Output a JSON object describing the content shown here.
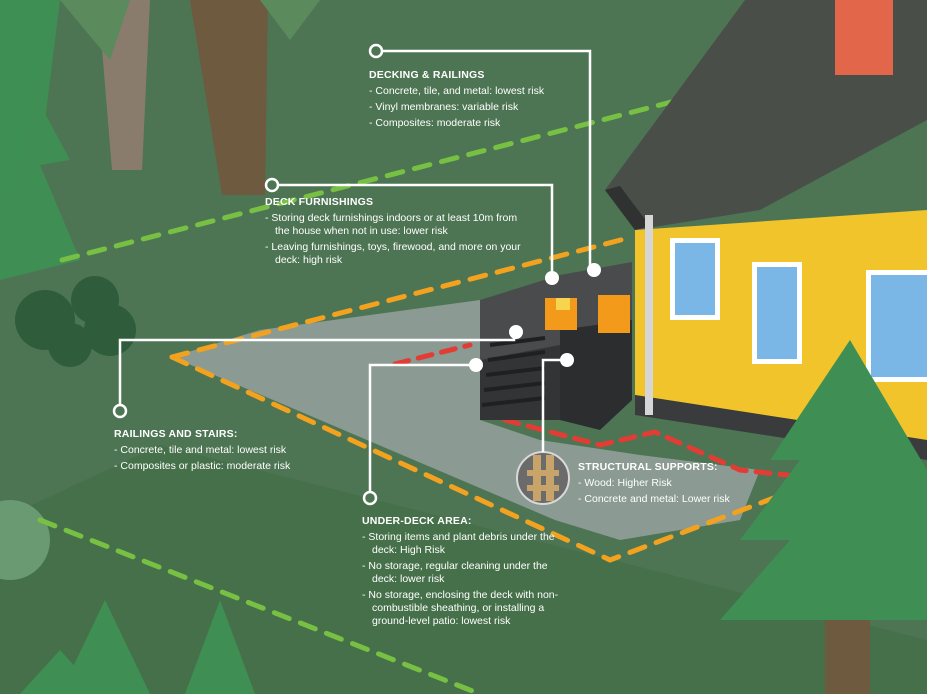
{
  "callouts": {
    "decking": {
      "title": "DECKING & RAILINGS",
      "items": [
        "Concrete, tile, and metal: lowest risk",
        "Vinyl membranes: variable risk",
        "Composites: moderate risk"
      ]
    },
    "furnishings": {
      "title": "DECK FURNISHINGS",
      "items": [
        "Storing deck furnishings indoors or at least 10m from the house when not in use: lower risk",
        "Leaving furnishings, toys, firewood, and more on your deck: high risk"
      ]
    },
    "railings_stairs": {
      "title": "RAILINGS AND STAIRS:",
      "items": [
        "Concrete, tile and metal: lowest risk",
        "Composites or plastic: moderate risk"
      ]
    },
    "supports": {
      "title": "STRUCTURAL SUPPORTS:",
      "items": [
        "Wood: Higher Risk",
        "Concrete and metal: Lower risk"
      ]
    },
    "under_deck": {
      "title": "UNDER-DECK AREA:",
      "items": [
        "Storing items and plant debris under the deck: High Risk",
        "No storage, regular cleaning under the deck: lower risk",
        "No storage, enclosing the deck with non-combustible sheathing, or installing a ground-level patio: lowest risk"
      ]
    }
  },
  "colors": {
    "background": "#4d7553",
    "ground": "#5e8763",
    "path": "#8b9a93",
    "house": "#f2c42b",
    "roof": "#4a4e49",
    "chimney": "#e2674a",
    "deck": "#3a3b3d",
    "chair": "#f39a1b",
    "zone_red": "#e23c35",
    "zone_orange": "#f3a21f",
    "zone_green": "#77c043",
    "tree": "#3f8f54",
    "callout_text": "#ffffff"
  }
}
